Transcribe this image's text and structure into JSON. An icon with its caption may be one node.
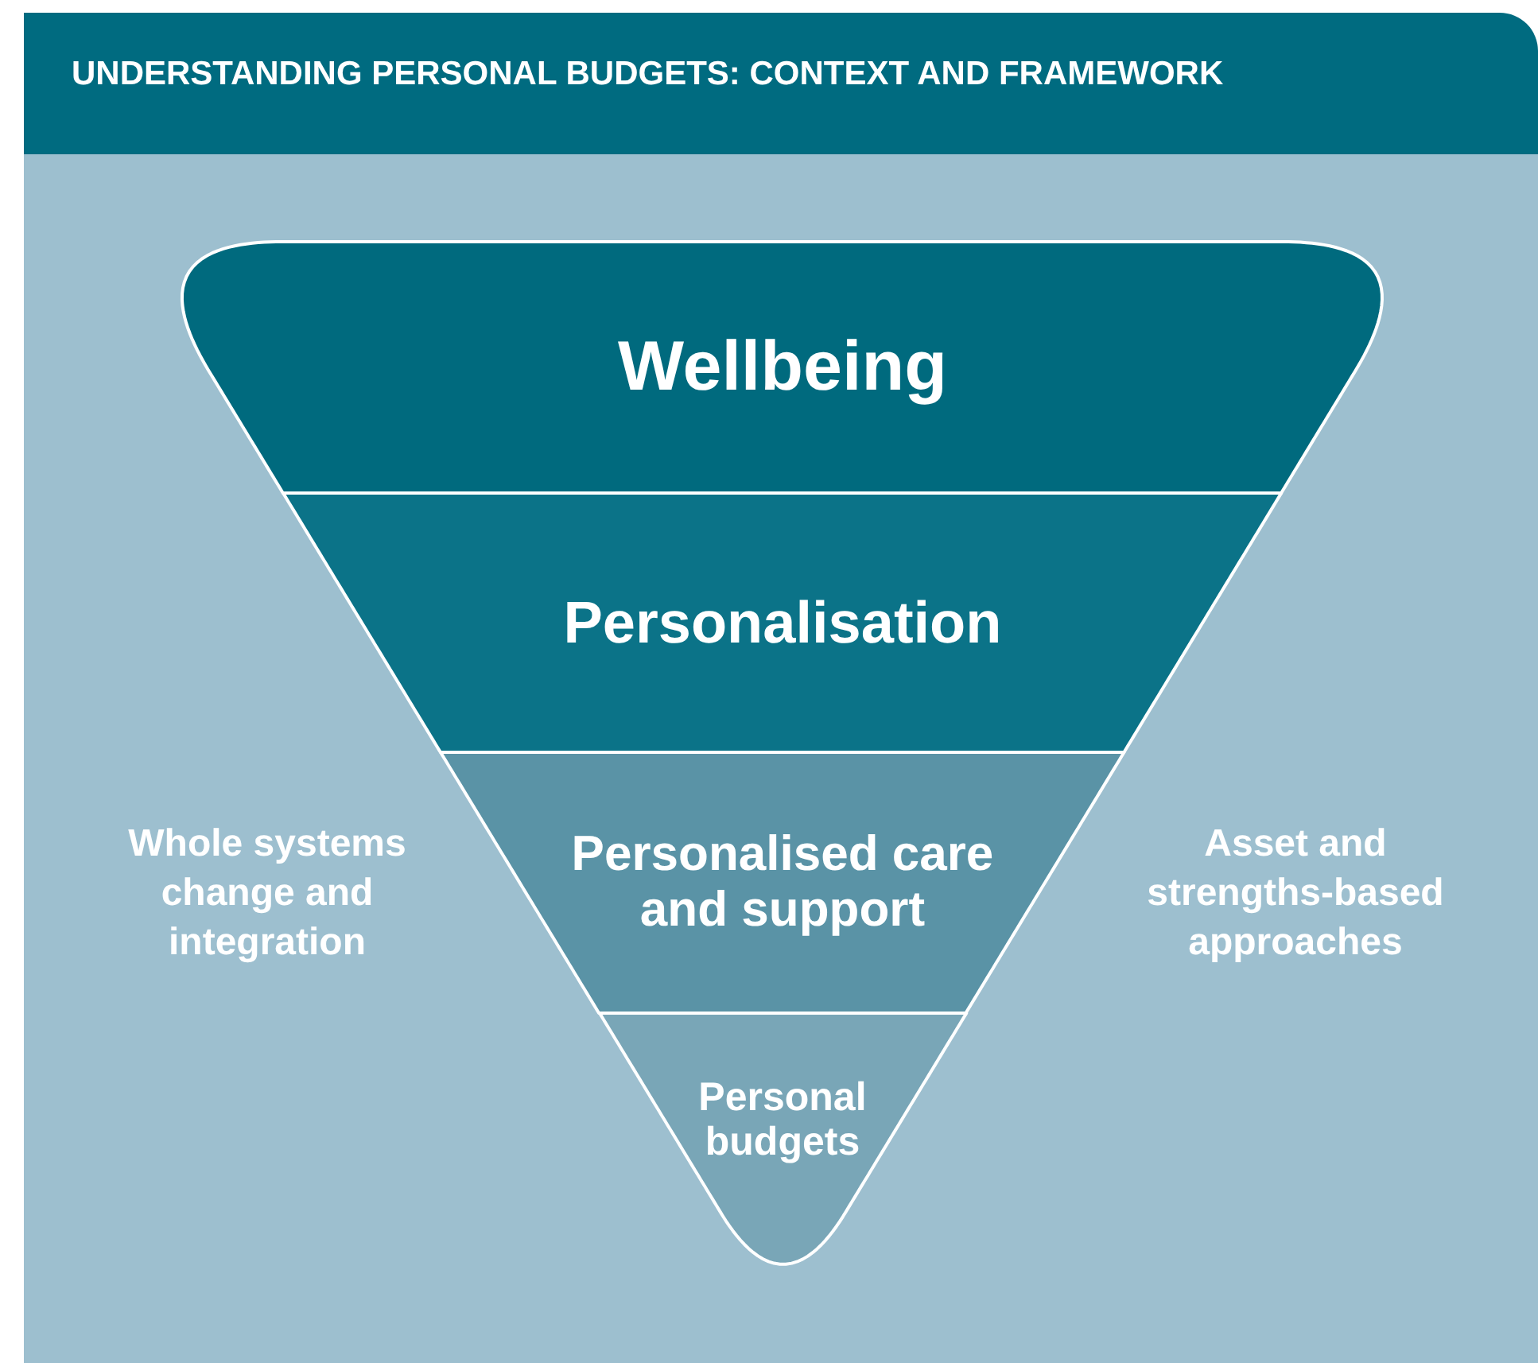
{
  "diagram": {
    "title": "UNDERSTANDING PERSONAL BUDGETS: CONTEXT AND FRAMEWORK",
    "nodes": [
      {
        "text": [
          "Wellbeing"
        ]
      },
      {
        "text": [
          "Personalisation"
        ]
      },
      {
        "text": [
          "Personalised care and support"
        ]
      },
      {
        "text": [
          "Personal budgets"
        ]
      }
    ],
    "labels": [
      "Whole systems change and integration",
      "Asset and strengths-based approaches"
    ]
  }
}
